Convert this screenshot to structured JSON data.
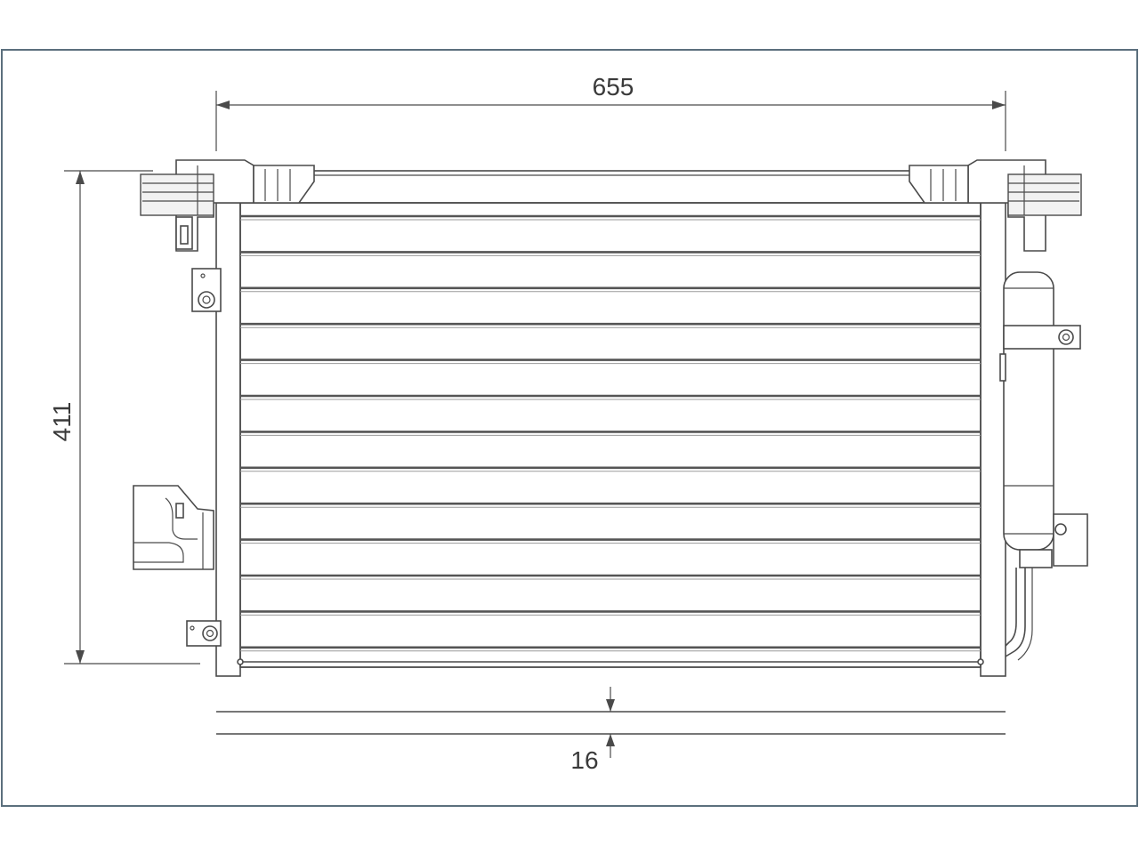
{
  "dimensions": {
    "width": "655",
    "height": "411",
    "depth": "16"
  },
  "colors": {
    "border": "#5b6f7d",
    "line": "#4a4a4a",
    "text": "#3a3a3a"
  }
}
